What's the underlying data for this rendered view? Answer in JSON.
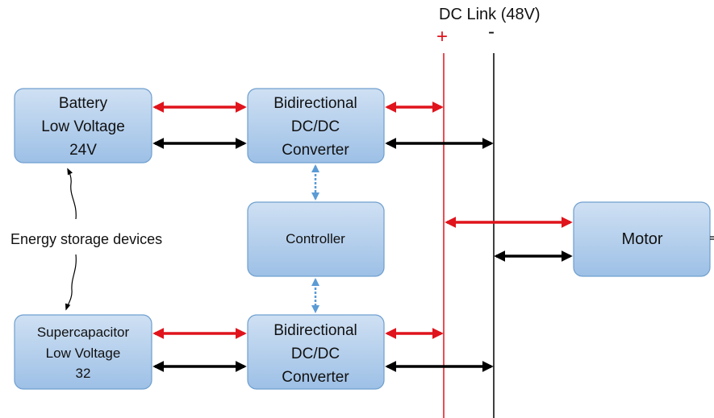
{
  "dc_link": {
    "title": "DC Link (48V)",
    "plus": "+",
    "minus": "-"
  },
  "boxes": {
    "battery": {
      "lines": [
        "Battery",
        "Low Voltage",
        "24V"
      ]
    },
    "converter_top": {
      "lines": [
        "Bidirectional",
        "DC/DC",
        "Converter"
      ]
    },
    "controller": {
      "lines": [
        "Controller"
      ]
    },
    "converter_bottom": {
      "lines": [
        "Bidirectional",
        "DC/DC",
        "Converter"
      ]
    },
    "supercapacitor": {
      "lines": [
        "Supercapacitor",
        "Low Voltage",
        "32"
      ]
    },
    "motor": {
      "lines": [
        "Motor"
      ]
    }
  },
  "annotations": {
    "energy_storage": "Energy storage devices"
  },
  "colors": {
    "positive": "#e0141c",
    "negative": "#000000",
    "control": "#5b9bd5",
    "box_top": "#c9dcf1",
    "box_bottom": "#9bbfe5",
    "box_border": "#6f9fcf"
  }
}
